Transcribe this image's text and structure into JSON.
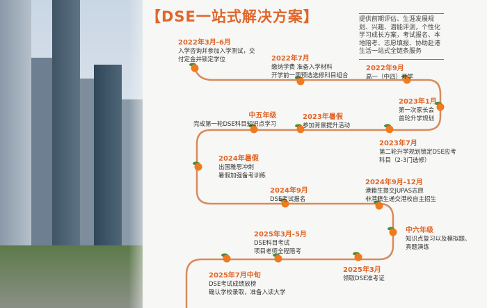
{
  "title": "【DSE一站式解决方案】",
  "info": "提供前期评估、生涯发展规划、兴趣、潜能评测，个性化学习成长方案，考试报名、本地陪考、志愿填报、协助赴港生活一站式全链条服务",
  "events": [
    {
      "date": "2022年3月-6月",
      "lines": [
        "入学咨询并参加入学测试，交",
        "付定金并锁定学位"
      ]
    },
    {
      "date": "2022年7月",
      "lines": [
        "缴纳学费 准备入学材料",
        "开学前一周预选选修科目组合"
      ]
    },
    {
      "date": "2022年9月",
      "lines": [
        "高一（中四）开学"
      ]
    },
    {
      "date": "2023年1月",
      "lines": [
        "第一次家长会",
        "首轮升学规划"
      ]
    },
    {
      "date": "中五年级",
      "lines": [
        "完成第一轮DSE科目知识点学习"
      ]
    },
    {
      "date": "2023年暑假",
      "lines": [
        "参加背景提升活动"
      ]
    },
    {
      "date": "2023年7月",
      "lines": [
        "第二轮升学规划锁定DSE应考",
        "科目（2-3门选修）"
      ]
    },
    {
      "date": "2024年暑假",
      "lines": [
        "出国雅思冲刺",
        "暑假加强备考训练"
      ]
    },
    {
      "date": "2024年9月",
      "lines": [
        "DSE考试报名"
      ]
    },
    {
      "date": "2024年9月-12月",
      "lines": [
        "港籍生提交JUPAS志愿",
        "非港籍生递交港校自主招生"
      ]
    },
    {
      "date": "中六年级",
      "lines": [
        "知识点复习以及模拟题、",
        "真题演练"
      ]
    },
    {
      "date": "2025年3月-5月",
      "lines": [
        "DSE科目考试",
        "项目老师全程陪考"
      ]
    },
    {
      "date": "2025年3月",
      "lines": [
        "领取DSE准考证"
      ]
    },
    {
      "date": "2025年7月中旬",
      "lines": [
        "DSE考试成绩放榜",
        "确认学校录取，准备入读大学"
      ]
    }
  ],
  "colors": {
    "accent": "#e0662a",
    "path": "#d98a5c"
  }
}
